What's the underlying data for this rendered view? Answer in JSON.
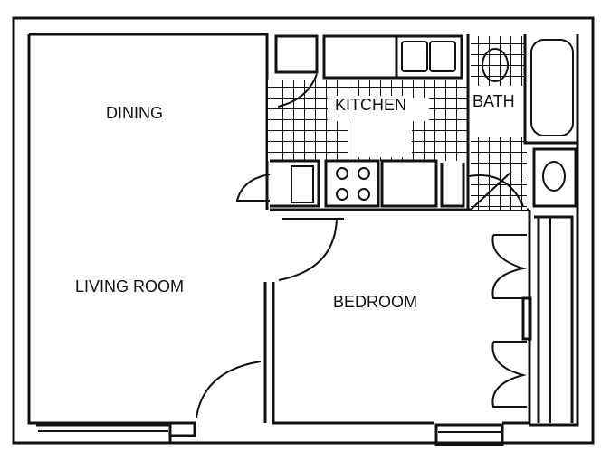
{
  "floor_plan": {
    "rooms": [
      {
        "id": "dining",
        "label": "DINING"
      },
      {
        "id": "living-room",
        "label": "LIVING ROOM"
      },
      {
        "id": "kitchen",
        "label": "KITCHEN"
      },
      {
        "id": "bath",
        "label": "BATH"
      },
      {
        "id": "bedroom",
        "label": "BEDROOM"
      }
    ],
    "colors": {
      "line": "#111111",
      "background": "#ffffff"
    }
  }
}
